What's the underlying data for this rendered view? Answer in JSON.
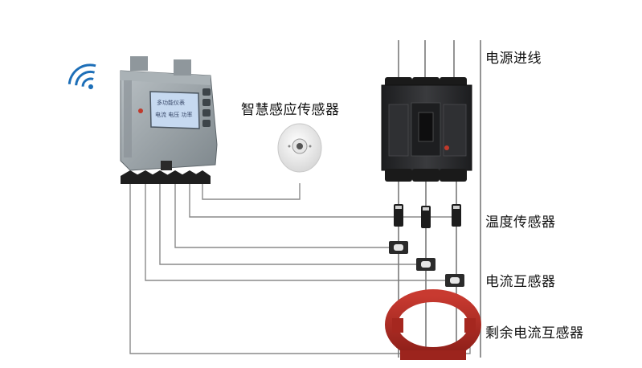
{
  "labels": {
    "power_in": "电源进线",
    "smart_sensor": "智慧感应传感器",
    "temp_sensor": "温度传感器",
    "current_transformer": "电流互感器",
    "residual_current_transformer": "剩余电流互感器"
  },
  "meter": {
    "screen_line1": "多功能仪表",
    "screen_line2": "电流 电压 功率"
  },
  "colors": {
    "wire": "#8a8a8a",
    "meter_body": "#9aa3a8",
    "meter_screen": "#c6d9f0",
    "breaker_body": "#2a2b2d",
    "rct_ring": "#b02a22",
    "sensor_body": "#f2f2f2",
    "wifi": "#1d6fb8"
  },
  "icons": [
    "wifi-icon",
    "smoke-sensor-icon"
  ]
}
